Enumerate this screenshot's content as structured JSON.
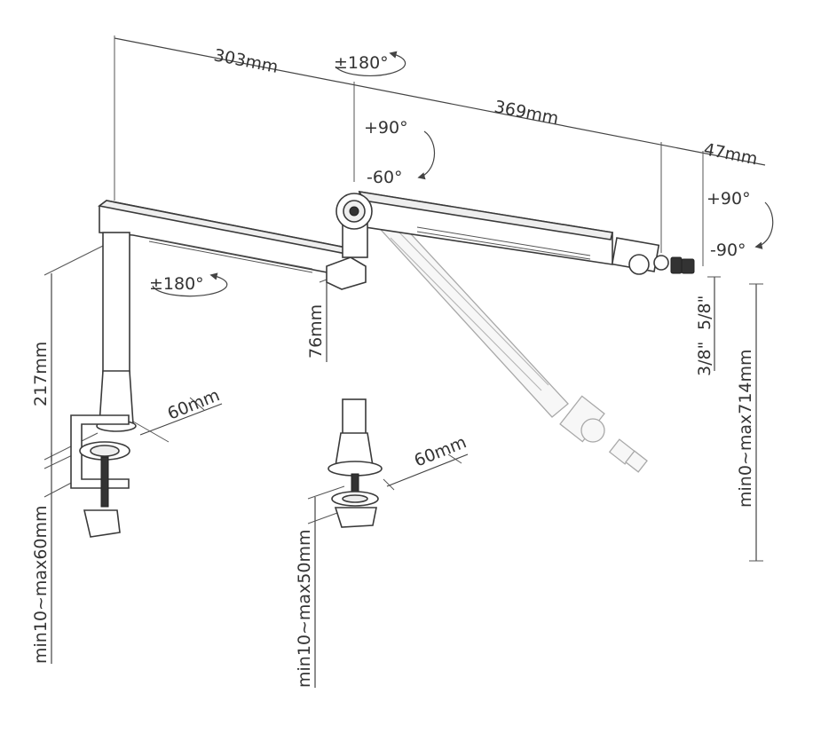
{
  "dimensions": {
    "arm_lower_length": "303mm",
    "arm_upper_length": "369mm",
    "end_offset": "47mm",
    "pole_height": "217mm",
    "joint_drop": "76mm",
    "clamp_base_diameter": "60mm",
    "grommet_base_diameter": "60mm",
    "clamp_thickness_range": "min10~max60mm",
    "grommet_thickness_range": "min10~max50mm",
    "height_range": "min0~max714mm",
    "thread_small": "3/8\"",
    "thread_large": "5/8\""
  },
  "rotations": {
    "top_rotation": "±180°",
    "base_rotation": "±180°",
    "joint_tilt_up": "+90°",
    "joint_tilt_down": "-60°",
    "end_tilt_up": "+90°",
    "end_tilt_down": "-90°"
  }
}
